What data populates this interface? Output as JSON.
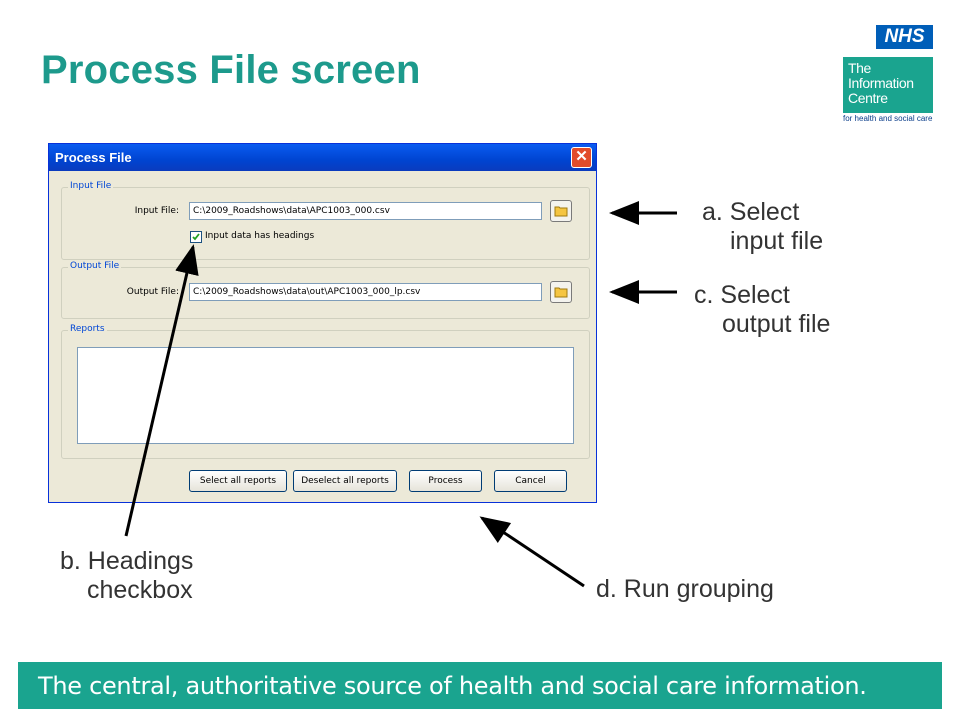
{
  "slide": {
    "title": "Process File screen",
    "logo": {
      "nhs": "NHS",
      "org_lines": [
        "The",
        "Information",
        "Centre"
      ],
      "tagline": "for health and social care"
    },
    "footer": "The central, authoritative source of health and social care information.",
    "colors": {
      "accent": "#1d9a8c",
      "nhs_blue": "#005eb8",
      "footer_bg": "#1aa48f"
    }
  },
  "dialog": {
    "title": "Process File",
    "close_icon": "close-icon",
    "input_group": {
      "legend": "Input File",
      "label": "Input File:",
      "value": "C:\\2009_Roadshows\\data\\APC1003_000.csv",
      "browse_icon": "folder-icon",
      "checkbox_label": "Input data has headings",
      "checkbox_checked": true
    },
    "output_group": {
      "legend": "Output File",
      "label": "Output File:",
      "value": "C:\\2009_Roadshows\\data\\out\\APC1003_000_lp.csv",
      "browse_icon": "folder-icon"
    },
    "reports_group": {
      "legend": "Reports"
    },
    "buttons": {
      "select_all": "Select all reports",
      "deselect_all": "Deselect all reports",
      "process": "Process",
      "cancel": "Cancel"
    }
  },
  "annotations": {
    "a": {
      "line1": "a. Select",
      "line2": "input file"
    },
    "b": {
      "line1": "b. Headings",
      "line2": "checkbox"
    },
    "c": {
      "line1": "c. Select",
      "line2": "output file"
    },
    "d": {
      "line1": "d. Run grouping"
    }
  }
}
